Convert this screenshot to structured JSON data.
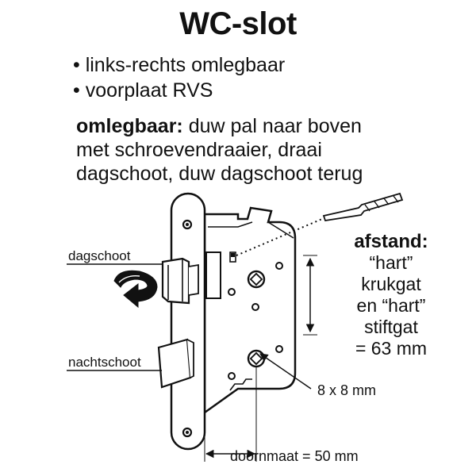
{
  "title": "WC-slot",
  "bullets": [
    "links-rechts omlegbaar",
    "voorplaat RVS"
  ],
  "description": {
    "lead": "omlegbaar:",
    "line1_rest": " duw pal naar boven",
    "line2": "met schroevendraaier, draai",
    "line3": "dagschoot, duw dagschoot terug"
  },
  "side_note": {
    "lead": "afstand:",
    "lines": [
      "“hart”",
      "krukgat",
      "en “hart”",
      "stiftgat",
      "= 63 mm"
    ]
  },
  "labels": {
    "latch": "dagschoot",
    "deadbolt": "nachtschoot",
    "spindle_size": "8 x 8 mm",
    "backset": "doornmaat = 50 mm"
  }
}
